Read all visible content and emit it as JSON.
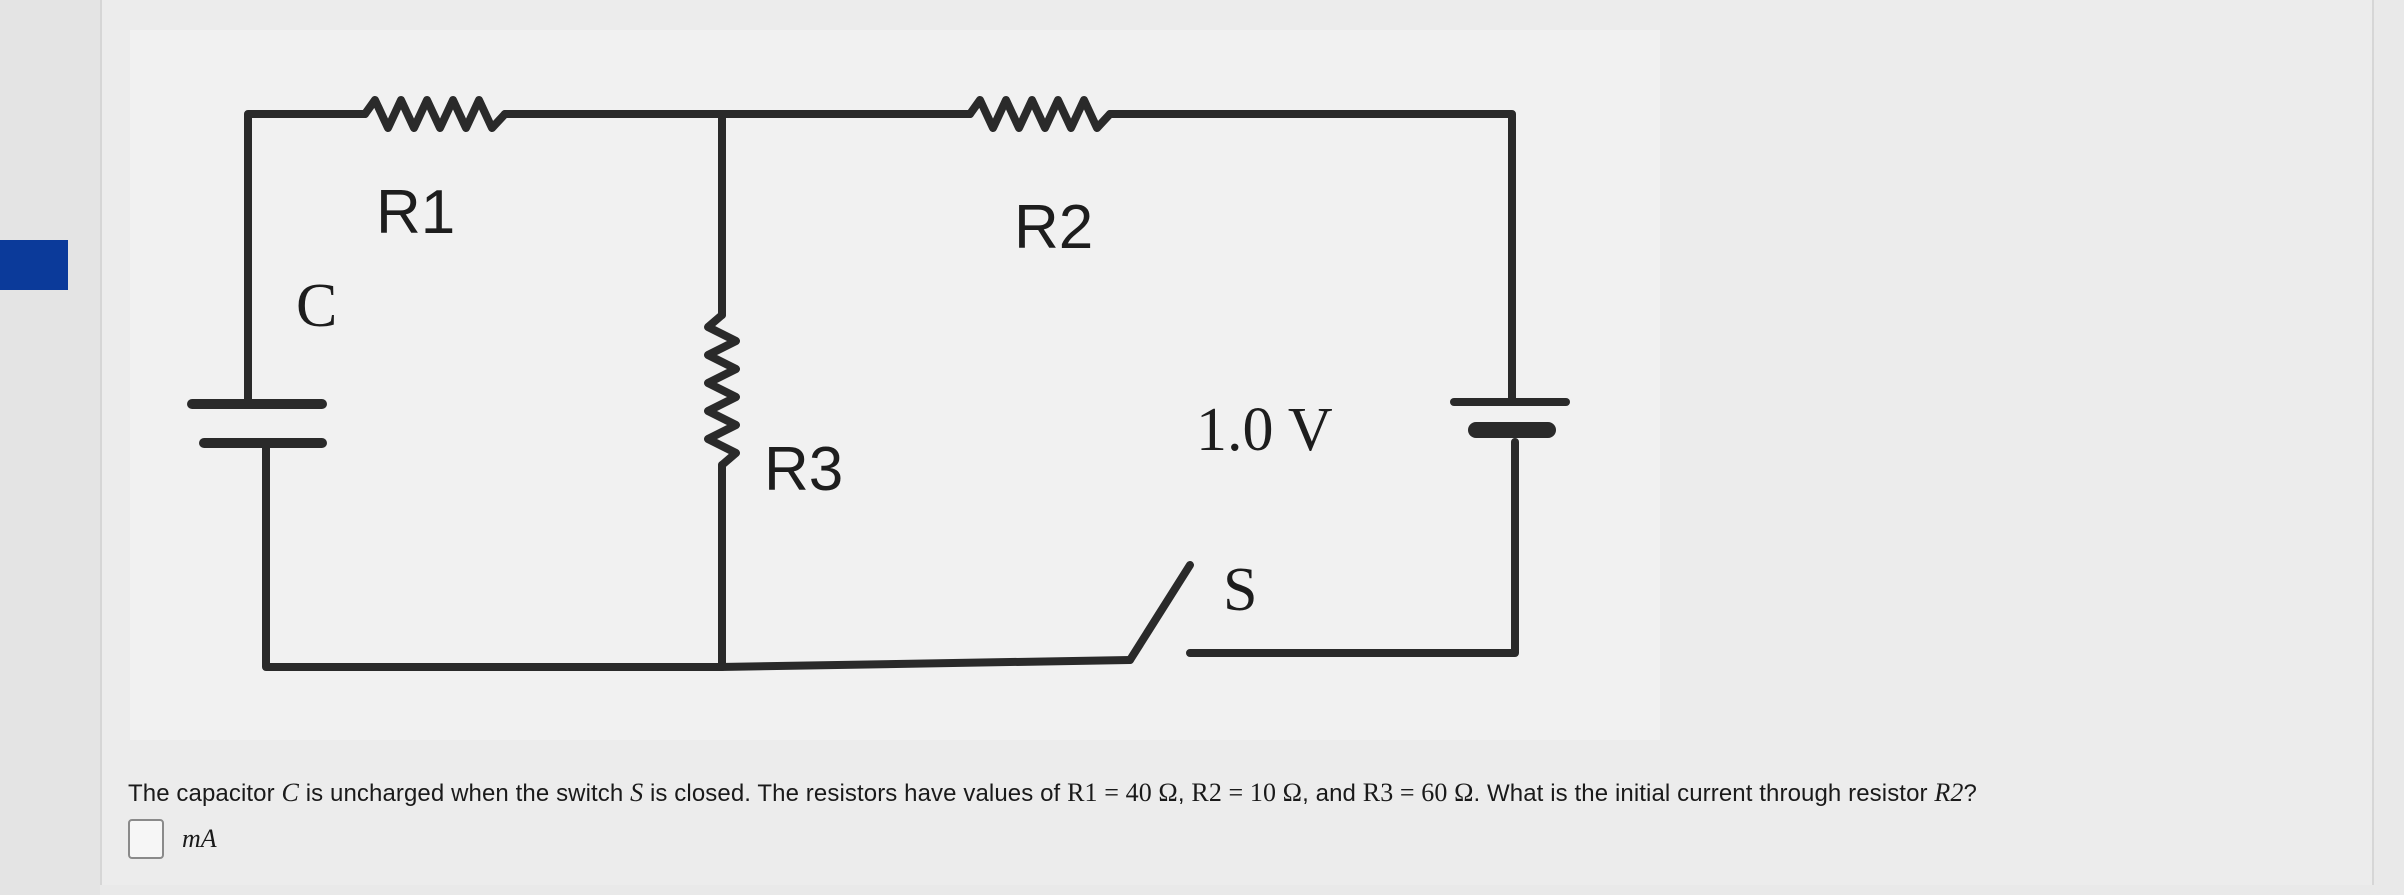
{
  "diagram": {
    "labels": {
      "capacitor": "C",
      "r1": "R1",
      "r2": "R2",
      "r3": "R3",
      "battery": "1.0 V",
      "switch": "S"
    }
  },
  "question": {
    "p1": "The capacitor ",
    "c": "C",
    "p2": " is uncharged when the switch ",
    "s": "S",
    "p3": " is closed. The resistors have values of ",
    "r1_expr": "R1 = 40 Ω",
    "sep1": ", ",
    "r2_expr": "R2 = 10 Ω",
    "sep2": ", and ",
    "r3_expr": "R3 = 60 Ω",
    "p4": ". What is the initial current through resistor ",
    "r2": "R2",
    "p5": "?"
  },
  "answer": {
    "value": "",
    "unit": "mA"
  }
}
